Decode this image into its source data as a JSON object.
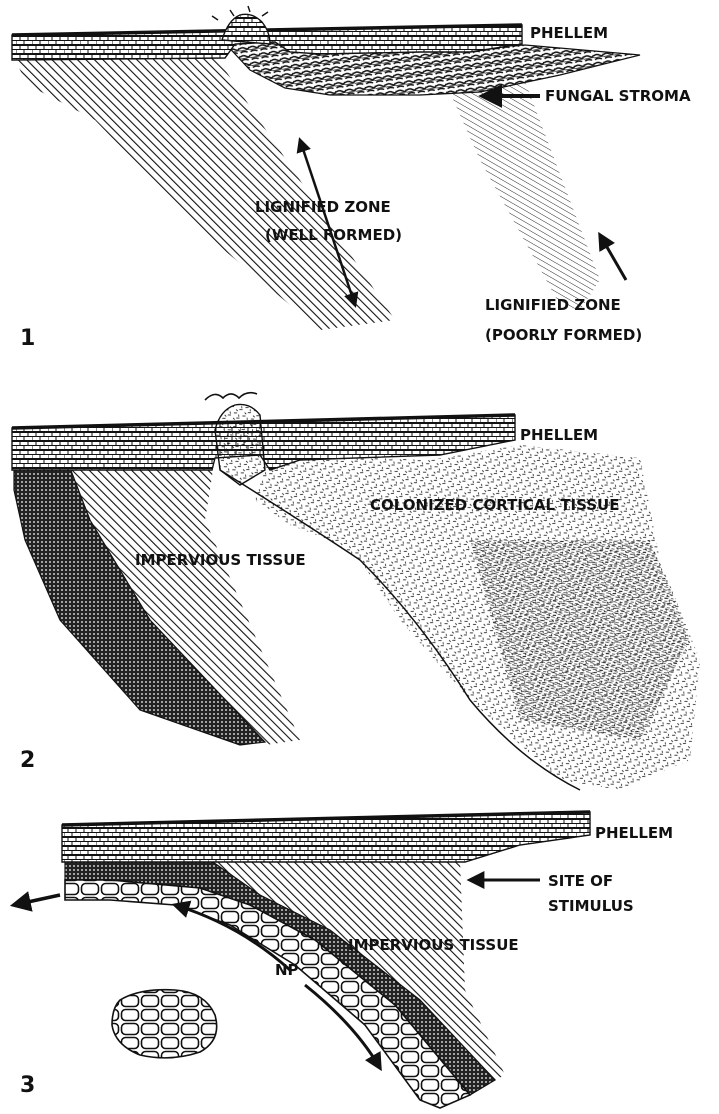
{
  "panels": [
    {
      "number": "1",
      "labels": {
        "phellem": "PHELLEM",
        "stroma": "FUNGAL STROMA",
        "well_line1": "LIGNIFIED ZONE",
        "well_line2": "(WELL FORMED)",
        "poor_line1": "LIGNIFIED ZONE",
        "poor_line2": "(POORLY FORMED)"
      }
    },
    {
      "number": "2",
      "labels": {
        "phellem": "PHELLEM",
        "colonized": "COLONIZED CORTICAL TISSUE",
        "impervious": "IMPERVIOUS TISSUE"
      }
    },
    {
      "number": "3",
      "labels": {
        "phellem": "PHELLEM",
        "site_line1": "SITE OF",
        "site_line2": "STIMULUS",
        "impervious": "IMPERVIOUS TISSUE",
        "np": "NP"
      }
    }
  ],
  "colors": {
    "ink": "#111111",
    "paper": "#ffffff"
  }
}
